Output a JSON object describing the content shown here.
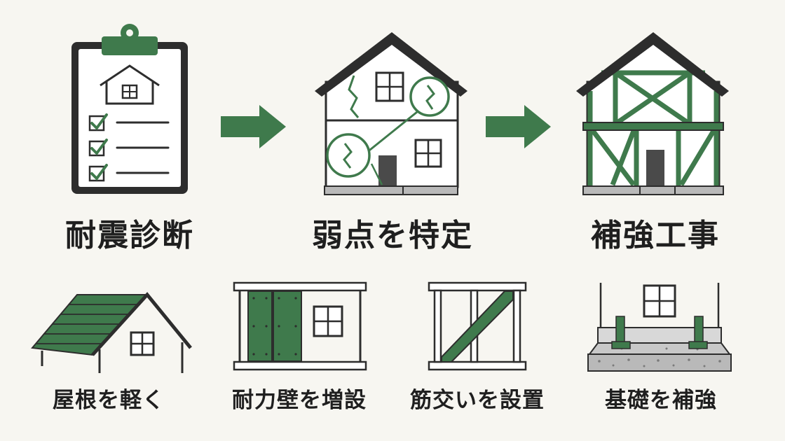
{
  "colors": {
    "green": "#3f7a4c",
    "dark": "#2d2d2d",
    "background": "#f7f6f1",
    "gray": "#b9b9b9"
  },
  "steps": [
    {
      "id": "diagnosis",
      "label": "耐震診断",
      "icon": "clipboard-checklist-icon"
    },
    {
      "id": "identify",
      "label": "弱点を特定",
      "icon": "cracked-house-icon"
    },
    {
      "id": "construct",
      "label": "補強工事",
      "icon": "braced-house-icon"
    }
  ],
  "methods": [
    {
      "id": "roof",
      "label": "屋根を軽く",
      "icon": "light-roof-icon"
    },
    {
      "id": "wall",
      "label": "耐力壁を増設",
      "icon": "shear-wall-icon"
    },
    {
      "id": "brace",
      "label": "筋交いを設置",
      "icon": "diagonal-brace-icon"
    },
    {
      "id": "foundation",
      "label": "基礎を補強",
      "icon": "foundation-icon"
    }
  ]
}
